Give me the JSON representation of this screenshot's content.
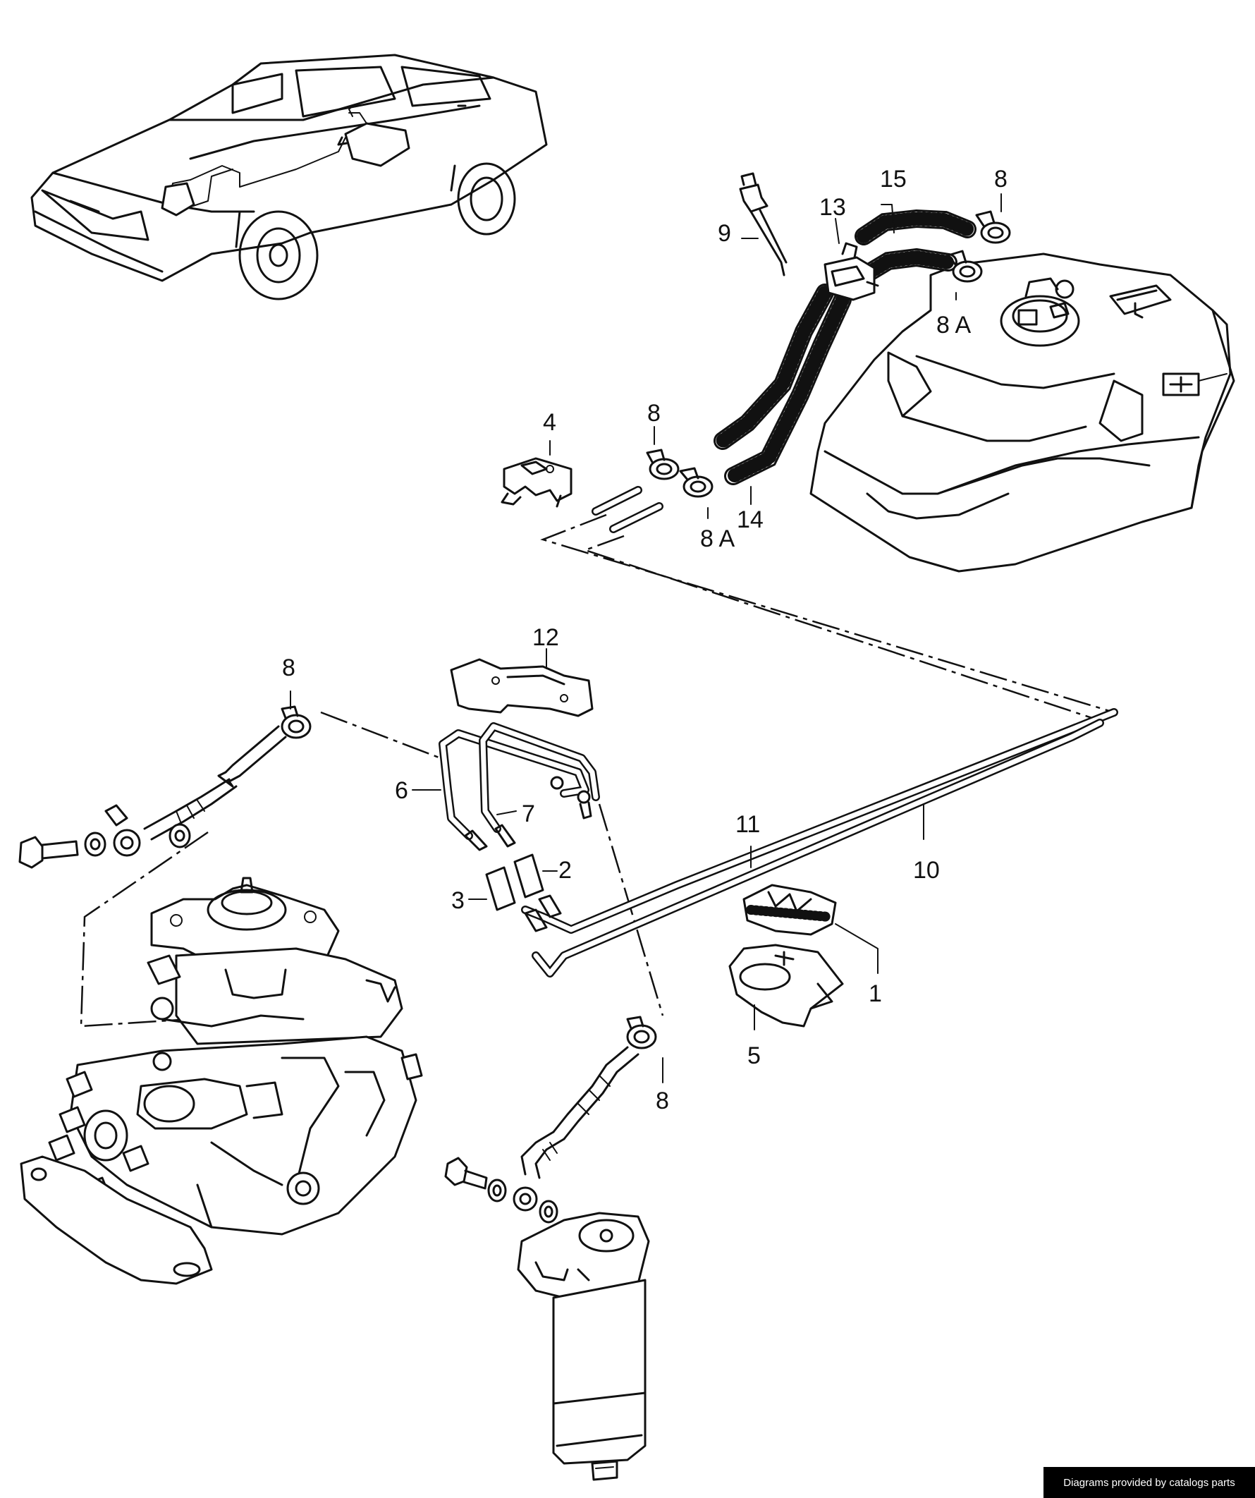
{
  "diagram": {
    "callouts": {
      "c1": "1",
      "c2": "2",
      "c3": "3",
      "c4": "4",
      "c5": "5",
      "c6": "6",
      "c7": "7",
      "c8_tank_top": "8",
      "c8_mid": "8",
      "c8_left": "8",
      "c8_bottom": "8",
      "c8a_tank": "8 A",
      "c8a_mid": "8 A",
      "c9": "9",
      "c10": "10",
      "c11": "11",
      "c12": "12",
      "c13": "13",
      "c14": "14",
      "c15": "15"
    },
    "components": [
      "vehicle-overview",
      "fuel-tank",
      "injection-pump",
      "fuel-filter",
      "fuel-lines",
      "hose-clamps",
      "pipe-holder",
      "bracket"
    ]
  },
  "footer": {
    "credit": "Diagrams provided by catalogs parts"
  }
}
